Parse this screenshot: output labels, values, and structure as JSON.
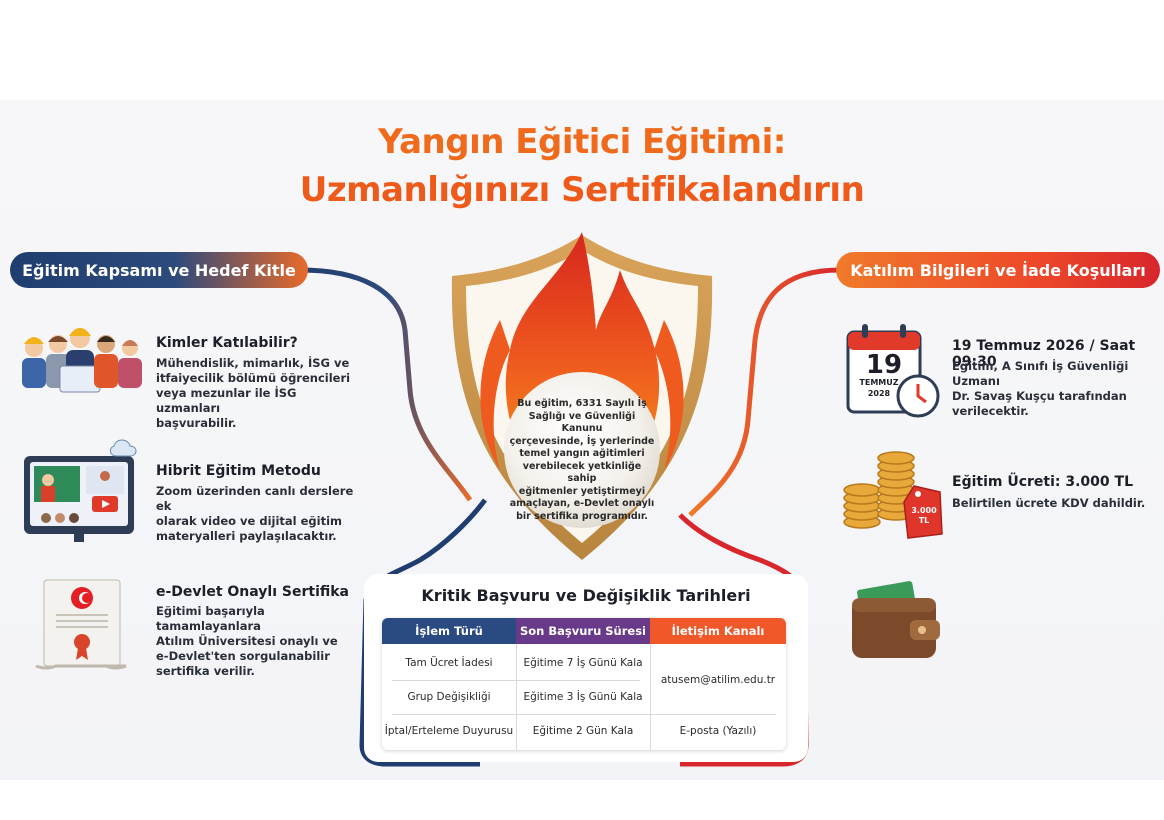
{
  "title": {
    "line1": "Yangın Eğitici Eğitimi:",
    "line2": "Uzmanlığınızı Sertifikalandırın"
  },
  "left_section": {
    "banner": "Eğitim Kapsamı ve Hedef Kitle",
    "items": [
      {
        "title": "Kimler Katılabilir?",
        "text": [
          "Mühendislik, mimarlık, İSG ve",
          "itfaiyecilik bölümü öğrencileri",
          "veya mezunlar ile İSG uzmanları",
          "başvurabilir."
        ],
        "icon": "workers-group-icon"
      },
      {
        "title": "Hibrit Eğitim Metodu",
        "text": [
          "Zoom üzerinden canlı derslere ek",
          "olarak video ve dijital eğitim",
          "materyalleri paylaşılacaktır."
        ],
        "icon": "online-classroom-icon"
      },
      {
        "title": "e-Devlet Onaylı Sertifika",
        "text": [
          "Eğitimi başarıyla tamamlayanlara",
          "Atılım Üniversitesi onaylı ve",
          "e-Devlet'ten sorgulanabilir",
          "sertifika verilir."
        ],
        "icon": "certificate-icon"
      }
    ]
  },
  "shield": {
    "text": [
      "Bu eğitim, 6331 Sayılı İş",
      "Sağlığı ve Güvenliği Kanunu",
      "çerçevesinde, İş yerlerinde",
      "temel yangın ağitimleri",
      "verebilecek yetkinliğe sahip",
      "eğitmenler yetiştirmeyi",
      "amaçlayan, e-Devlet onaylı",
      "bir sertifika programıdır."
    ],
    "icon": "flame-shield-icon"
  },
  "right_section": {
    "banner": "Katılım Bilgileri ve İade Koşulları",
    "calendar": {
      "day": "19",
      "month": "TEMMUZ",
      "year": "2028",
      "icon": "calendar-clock-icon"
    },
    "date_title": "19 Temmuz 2026 / Saat 09:30",
    "date_text": [
      "Eğitim, A Sınıfı İş Güvenliği Uzmanı",
      "Dr. Savaş Kuşçu tarafından",
      "verilecektir."
    ],
    "price_tag": {
      "line1": "3.000",
      "line2": "TL",
      "icon": "coins-price-tag-icon"
    },
    "fee_title": "Eğitim Ücreti: 3.000 TL",
    "fee_text": "Belirtilen ücrete KDV dahildir.",
    "wallet_icon": "wallet-icon"
  },
  "table": {
    "title": "Kritik Başvuru ve Değişiklik Tarihleri",
    "headers": [
      "İşlem Türü",
      "Son Başvuru Süresi",
      "İletişim Kanalı"
    ],
    "rows": [
      [
        "Tam Ücret İadesi",
        "Eğitime 7 İş Günü Kala"
      ],
      [
        "Grup Değişikliği",
        "Eğitime 3 İş Günü Kala"
      ],
      [
        "İptal/Erteleme Duyurusu",
        "Eğitime 2 Gün Kala",
        "E-posta (Yazılı)"
      ]
    ],
    "merged_contact": "atusem@atilim.edu.tr",
    "header_colors": [
      "#2a4a82",
      "#6a3a8a",
      "#f0582a"
    ]
  },
  "colors": {
    "title_orange": "#f06a1c",
    "navy": "#1f3d6e",
    "red": "#d8262c",
    "orange": "#f07a2a"
  }
}
